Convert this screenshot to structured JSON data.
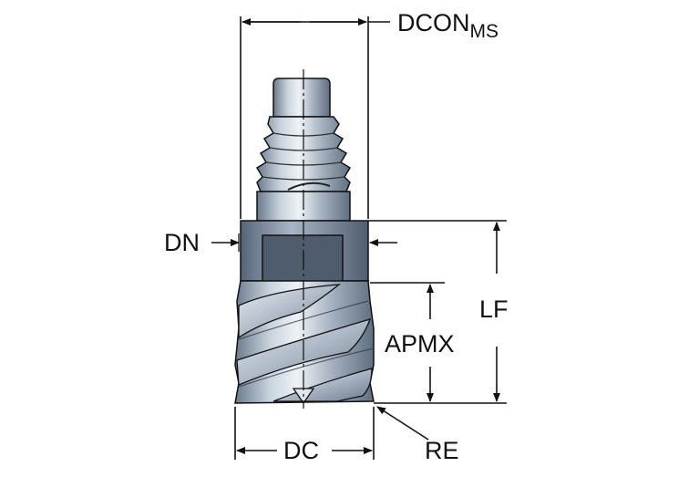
{
  "labels": {
    "dcon_main": "DCON",
    "dcon_sub": "MS",
    "dn": "DN",
    "lf": "LF",
    "apmx": "APMX",
    "dc": "DC",
    "re": "RE"
  },
  "colors": {
    "line": "#111111",
    "steel_dark": "#5f6f82",
    "steel_mid": "#9aa8b8",
    "steel_light": "#dfe6ee",
    "flat_face": "#4e5c6e"
  },
  "icons": {
    "arrowhead": "filled-triangle-arrowhead",
    "centerline": "dash-dot-centerline"
  }
}
